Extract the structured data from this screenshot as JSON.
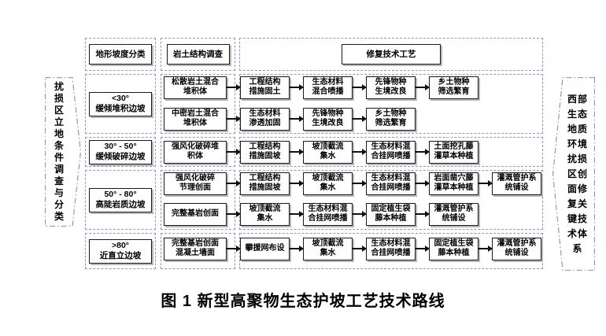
{
  "figure": {
    "caption": "图 1  新型高聚物生态护坡工艺技术路线"
  },
  "banners": {
    "left": "扰损区立地条件调查与分类",
    "right": "西部生态地质环境扰损区创面修复关键技术体系"
  },
  "headers": {
    "slope": "地形坡度分类",
    "rock": "岩土结构调查",
    "process": "修复技术工艺"
  },
  "rows": [
    {
      "slope": "<30°\n缓倾堆积边坡",
      "flows": [
        {
          "rock": "松散岩土混合\n堆积体",
          "steps": [
            "工程结构\n措施固土",
            "生态材料\n混合喷播",
            "先锋物种\n生境改良",
            "乡土物种\n筛选繁育"
          ]
        },
        {
          "rock": "中密岩土混合\n堆积体",
          "steps": [
            "生态材料\n渗透加固",
            "先锋物种\n生境改良",
            "乡土物种\n筛选繁育"
          ]
        }
      ]
    },
    {
      "slope": "30° - 50°\n缓倾破碎边坡",
      "flows": [
        {
          "rock": "强风化破碎堆\n积体",
          "steps": [
            "工程结构\n措施固坡",
            "坡顶截流\n集水",
            "生态材料混\n合挂网喷播",
            "土面挖孔藤\n灌草本种植"
          ]
        }
      ]
    },
    {
      "slope": "50° - 80°\n高陡岩质边坡",
      "flows": [
        {
          "rock": "强风化破碎\n节理创面",
          "steps": [
            "工程结构\n措施固坡",
            "坡顶截流\n集水",
            "生态材料混\n合挂网喷播",
            "岩面凿穴藤\n灌草本种植",
            "灌溉管护系\n统铺设"
          ]
        },
        {
          "rock": "完整基岩创面",
          "steps": [
            "坡顶截流\n集水",
            "生态材料混\n合挂网喷播",
            "固定植生袋\n藤本种植",
            "灌溉管护系\n统铺设"
          ]
        }
      ]
    },
    {
      "slope": ">80°\n近直立边坡",
      "flows": [
        {
          "rock": "完整基岩创面\n混凝土墙面",
          "steps": [
            "攀援网布设",
            "坡顶截流\n集水",
            "生态材料混\n合挂网喷播",
            "固定植生袋\n藤本种植",
            "灌溉管护系\n统铺设"
          ]
        }
      ]
    }
  ],
  "colors": {
    "dashed_border": "#8a96cc",
    "box_border": "#1a1a1a",
    "box_shadow": "#b7b7b7",
    "arrow": "#111111",
    "text": "#000000"
  }
}
